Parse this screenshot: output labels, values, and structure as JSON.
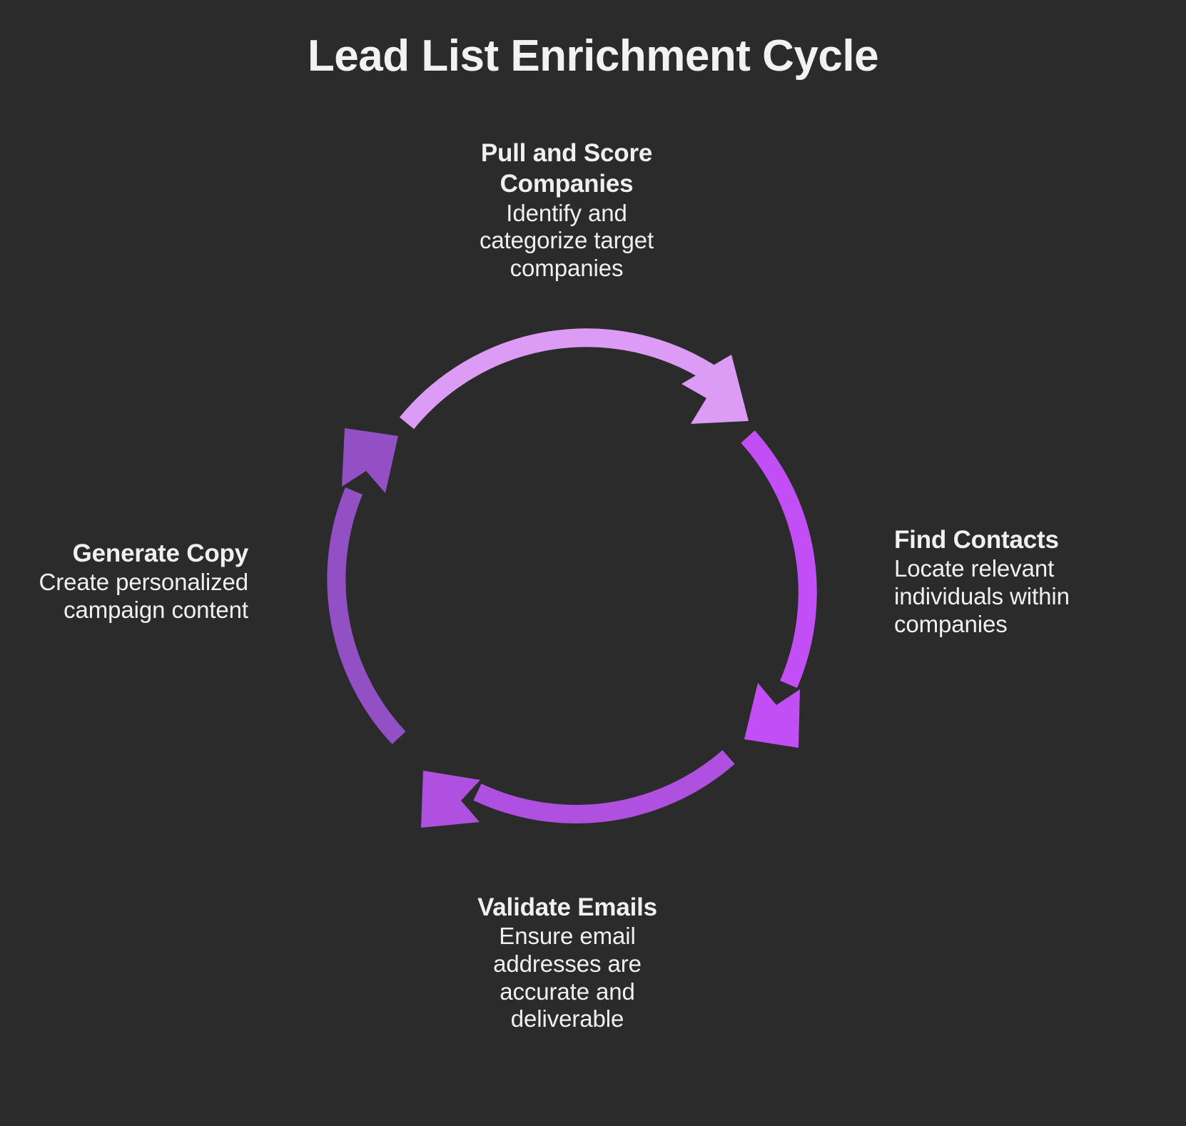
{
  "page": {
    "title": "Lead List Enrichment Cycle",
    "background_color": "#2b2b2b",
    "text_color": "#f0f0f0"
  },
  "chart_data": {
    "type": "diagram",
    "diagram_type": "cycle",
    "title": "Lead List Enrichment Cycle",
    "direction": "clockwise",
    "center": [
      800,
      823
    ],
    "radius": 325,
    "steps": [
      {
        "index": 1,
        "position": "top",
        "title": "Pull and Score Companies",
        "description": "Identify and categorize target companies",
        "arrow_color": "#dc9bf5",
        "arrow_from_angle": -135,
        "arrow_to_angle": -48
      },
      {
        "index": 2,
        "position": "right",
        "title": "Find Contacts",
        "description": "Locate relevant individuals within companies",
        "arrow_color": "#c14ff5",
        "arrow_from_angle": -42,
        "arrow_to_angle": 45
      },
      {
        "index": 3,
        "position": "bottom",
        "title": "Validate Emails",
        "description": "Ensure email addresses are accurate and deliverable",
        "arrow_color": "#b050e0",
        "arrow_from_angle": 48,
        "arrow_to_angle": 135
      },
      {
        "index": 4,
        "position": "left",
        "title": "Generate Copy",
        "description": "Create personalized campaign content",
        "arrow_color": "#9350c4",
        "arrow_from_angle": 139,
        "arrow_to_angle": 226
      }
    ],
    "palette": {
      "arrow_1": "#dc9bf5",
      "arrow_2": "#c14ff5",
      "arrow_3": "#b050e0",
      "arrow_4": "#9350c4",
      "background": "#2b2b2b",
      "text": "#f0f0f0"
    }
  }
}
